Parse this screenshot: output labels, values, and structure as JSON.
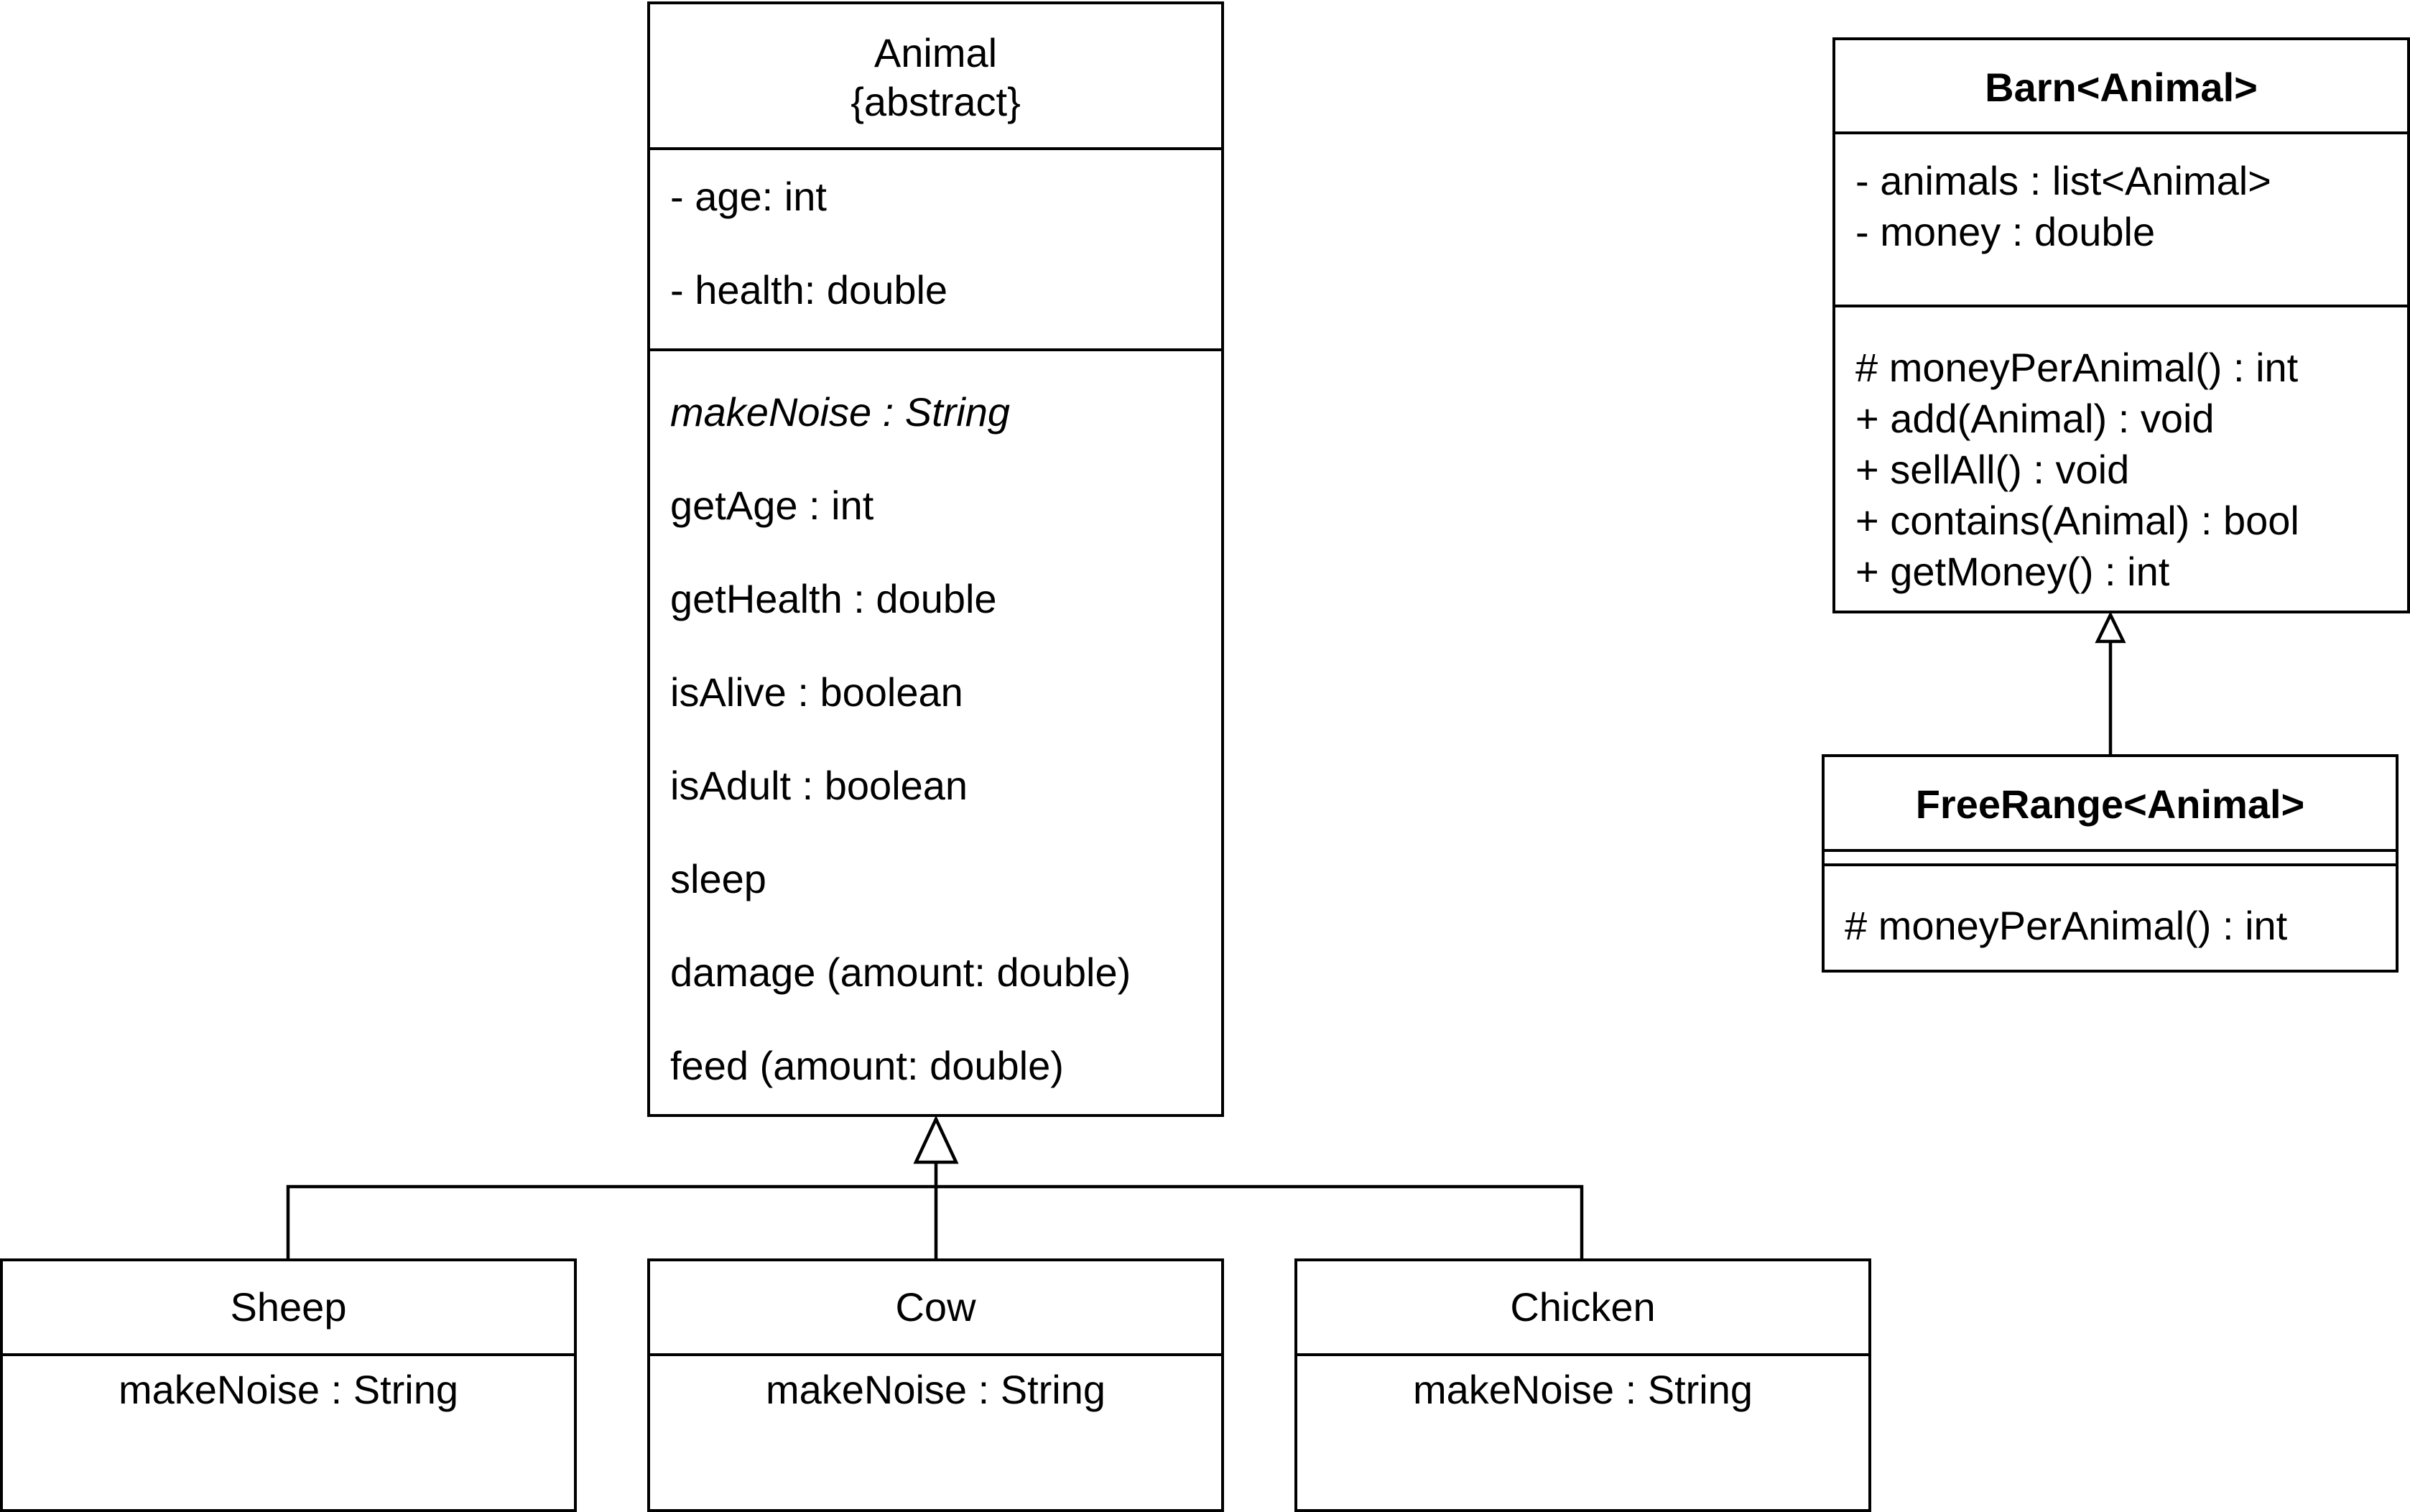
{
  "animal": {
    "name": "Animal",
    "stereotype": "{abstract}",
    "attributes": [
      "- age: int",
      "- health: double"
    ],
    "methods": [
      {
        "text": "makeNoise : String",
        "abstract": true
      },
      {
        "text": "getAge : int",
        "abstract": false
      },
      {
        "text": "getHealth : double",
        "abstract": false
      },
      {
        "text": "isAlive : boolean",
        "abstract": false
      },
      {
        "text": "isAdult : boolean",
        "abstract": false
      },
      {
        "text": "sleep",
        "abstract": false
      },
      {
        "text": "damage (amount: double)",
        "abstract": false
      },
      {
        "text": "feed (amount: double)",
        "abstract": false
      }
    ]
  },
  "barn": {
    "name": "Barn<Animal>",
    "attributes": [
      "- animals : list<Animal>",
      "- money : double"
    ],
    "methods": [
      "# moneyPerAnimal() : int",
      "+ add(Animal) : void",
      "+ sellAll() : void",
      "+ contains(Animal) : bool",
      "+ getMoney() : int"
    ]
  },
  "freerange": {
    "name": "FreeRange<Animal>",
    "methods": [
      "# moneyPerAnimal() : int"
    ]
  },
  "sheep": {
    "name": "Sheep",
    "method": "makeNoise : String"
  },
  "cow": {
    "name": "Cow",
    "method": "makeNoise : String"
  },
  "chicken": {
    "name": "Chicken",
    "method": "makeNoise : String"
  }
}
